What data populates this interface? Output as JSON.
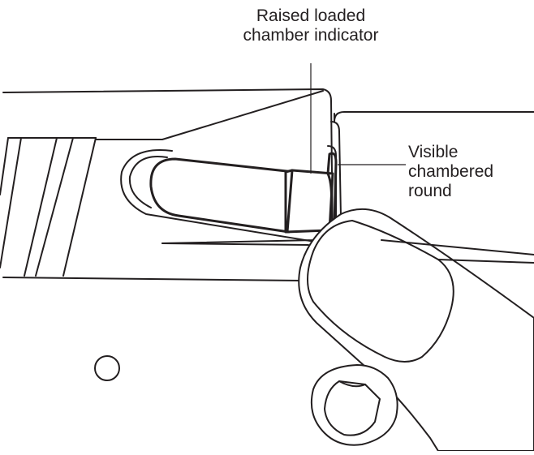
{
  "labels": {
    "indicator": {
      "line1": "Raised loaded",
      "line2": "chamber indicator"
    },
    "round": {
      "line1": "Visible",
      "line2": "chambered",
      "line3": "round"
    }
  },
  "colors": {
    "ink": "#231f20",
    "background": "#ffffff"
  }
}
